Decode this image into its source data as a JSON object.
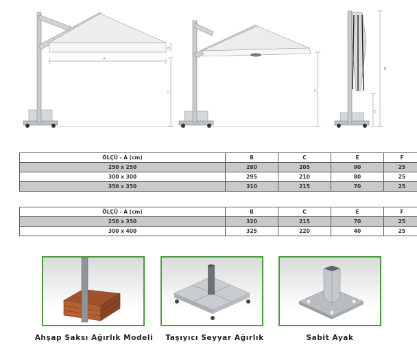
{
  "diagrams": {
    "side_view_1": {
      "label_a": "A",
      "label_b": "B",
      "label_c": "C"
    },
    "side_view_2": {
      "label_c": "C"
    },
    "folded_view": {
      "label_b": "B",
      "label_e": "E"
    }
  },
  "tables": [
    {
      "headers": [
        "ÖLÇÜ - A (cm)",
        "B",
        "C",
        "E",
        "F"
      ],
      "rows": [
        [
          "250 x 250",
          "280",
          "205",
          "90",
          "25"
        ],
        [
          "300 x 300",
          "295",
          "210",
          "80",
          "25"
        ],
        [
          "350 x 350",
          "310",
          "215",
          "70",
          "25"
        ]
      ]
    },
    {
      "headers": [
        "ÖLÇÜ - A (cm)",
        "B",
        "C",
        "E",
        "F"
      ],
      "rows": [
        [
          "250 x 350",
          "320",
          "215",
          "70",
          "25"
        ],
        [
          "300 x 400",
          "325",
          "220",
          "40",
          "25"
        ]
      ]
    }
  ],
  "bases": [
    {
      "caption": "Ahşap Saksı Ağırlık Modeli",
      "icon": "wooden-planter-base-icon"
    },
    {
      "caption": "Taşıyıcı Seyyar Ağırlık",
      "icon": "mobile-weight-base-icon"
    },
    {
      "caption": "Sabit Ayak",
      "icon": "fixed-foot-plate-icon"
    }
  ],
  "colors": {
    "frame_accent": "#4a9b3c",
    "dimension_lines": "#8fa3b8",
    "table_alt_row": "#c9c9c9"
  }
}
